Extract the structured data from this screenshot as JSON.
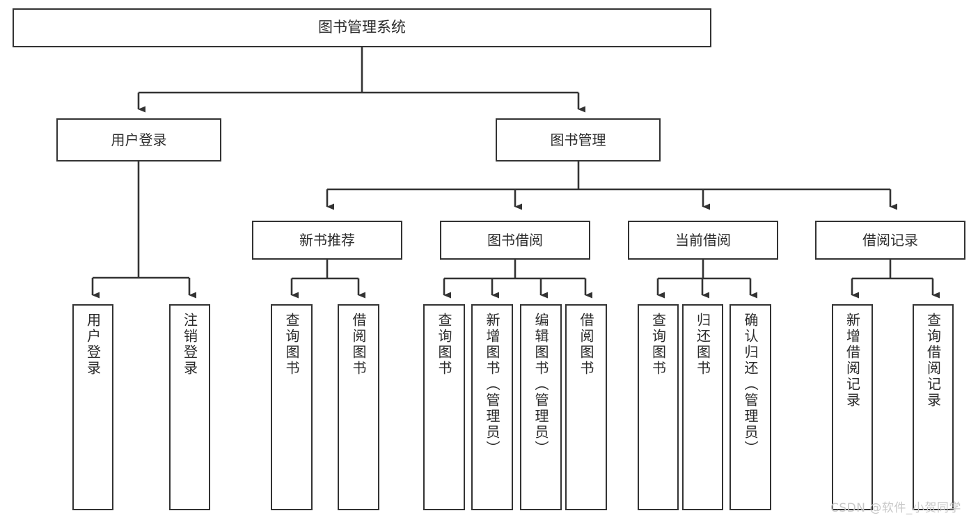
{
  "diagram": {
    "title": "图书管理系统",
    "type": "tree-hierarchy",
    "watermark": "CSDN @软件_小贺同学",
    "colors": {
      "box_border": "#333333",
      "box_fill": "#ffffff",
      "connector": "#333333",
      "text": "#2b2b2b",
      "watermark": "#c8c8c8",
      "background": "#ffffff"
    },
    "root": {
      "label": "图书管理系统"
    },
    "level2": [
      {
        "label": "用户登录"
      },
      {
        "label": "图书管理"
      }
    ],
    "level3": [
      {
        "label": "新书推荐"
      },
      {
        "label": "图书借阅"
      },
      {
        "label": "当前借阅"
      },
      {
        "label": "借阅记录"
      }
    ],
    "leaves": {
      "user_login": [
        {
          "label": "用户登录"
        },
        {
          "label": "注销登录"
        }
      ],
      "new_book_recommend": [
        {
          "label": "查询图书"
        },
        {
          "label": "借阅图书"
        }
      ],
      "book_borrow": [
        {
          "label": "查询图书"
        },
        {
          "label": "新增图书（管理员）"
        },
        {
          "label": "编辑图书（管理员）"
        },
        {
          "label": "借阅图书"
        }
      ],
      "current_borrow": [
        {
          "label": "查询图书"
        },
        {
          "label": "归还图书"
        },
        {
          "label": "确认归还（管理员）"
        }
      ],
      "borrow_record": [
        {
          "label": "新增借阅记录"
        },
        {
          "label": "查询借阅记录"
        }
      ]
    }
  }
}
